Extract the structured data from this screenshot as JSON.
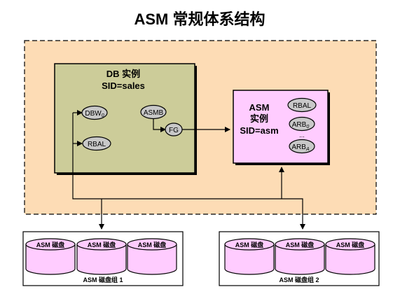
{
  "title": "ASM 常规体系结构",
  "colors": {
    "outer_fill": "#FDDCB5",
    "outer_border": "#000000",
    "db_fill": "#CCCC99",
    "asm_fill": "#FFCCFF",
    "oval_fill": "#C8C8C8",
    "disk_fill": "#FFCCFF",
    "diskgroup_fill": "#FFFFFF"
  },
  "db_instance": {
    "line1": "DB 实例",
    "line2": "SID=sales",
    "processes": {
      "dbw": {
        "main": "DBW",
        "sub": "0"
      },
      "asmb": "ASMB",
      "rbal": "RBAL",
      "fg": "FG"
    }
  },
  "asm_instance": {
    "line1": "ASM",
    "line2": "实例",
    "line3": "SID=asm",
    "processes": {
      "rbal": "RBAL",
      "arb0": {
        "main": "ARB",
        "sub": "0"
      },
      "dots": "...",
      "arba": {
        "main": "ARB",
        "sub": "A"
      }
    }
  },
  "disk_groups": [
    {
      "label": "ASM 磁盘组 1",
      "disks": [
        "ASM 磁盘",
        "ASM 磁盘",
        "ASM 磁盘"
      ]
    },
    {
      "label": "ASM 磁盘组 2",
      "disks": [
        "ASM 磁盘",
        "ASM 磁盘",
        "ASM 磁盘"
      ]
    }
  ]
}
